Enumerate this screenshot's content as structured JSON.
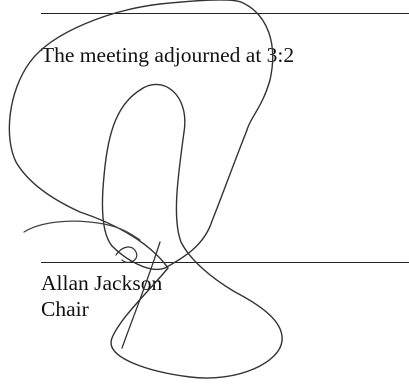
{
  "document": {
    "closing_text": "The meeting adjourned at 3:2",
    "signer": {
      "name": "Allan Jackson",
      "title": "Chair"
    }
  }
}
